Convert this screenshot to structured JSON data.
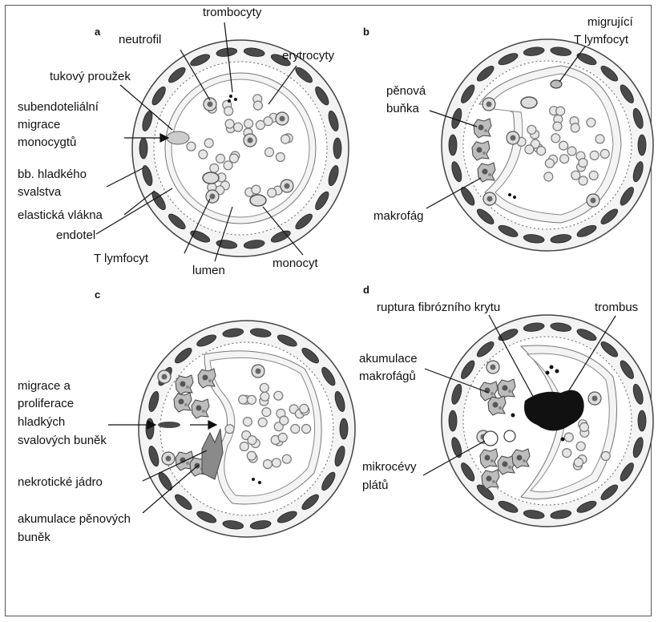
{
  "panels": {
    "a": "a",
    "b": "b",
    "c": "c",
    "d": "d"
  },
  "labels_a": {
    "neutrofil": "neutrofil",
    "trombocyty": "trombocyty",
    "erytrocyty": "erytrocyty",
    "tukovy": "tukový proužek",
    "sub1": "subendoteliální",
    "sub2": "migrace",
    "sub3": "monocygtů",
    "bb1": "bb. hladkého",
    "bb2": "svalstva",
    "elast": "elastická vlákna",
    "endotel": "endotel",
    "tlymf": "T lymfocyt",
    "lumen": "lumen",
    "monocyt": "monocyt"
  },
  "labels_b": {
    "migr1": "migrující",
    "migr2": "T lymfocyt",
    "pen1": "pěnová",
    "pen2": "buňka",
    "makro": "makrofág"
  },
  "labels_c": {
    "m1": "migrace a",
    "m2": "proliferace",
    "m3": "hladkých",
    "m4": "svalových buněk",
    "nekro": "nekrotické jádro",
    "ak1": "akumulace pěnových",
    "ak2": "buněk"
  },
  "labels_d": {
    "ruptura": "ruptura fibrózního krytu",
    "trombus": "trombus",
    "akm1": "akumulace",
    "akm2": "makrofágů",
    "mik1": "mikrocévy",
    "mik2": "plátů"
  }
}
